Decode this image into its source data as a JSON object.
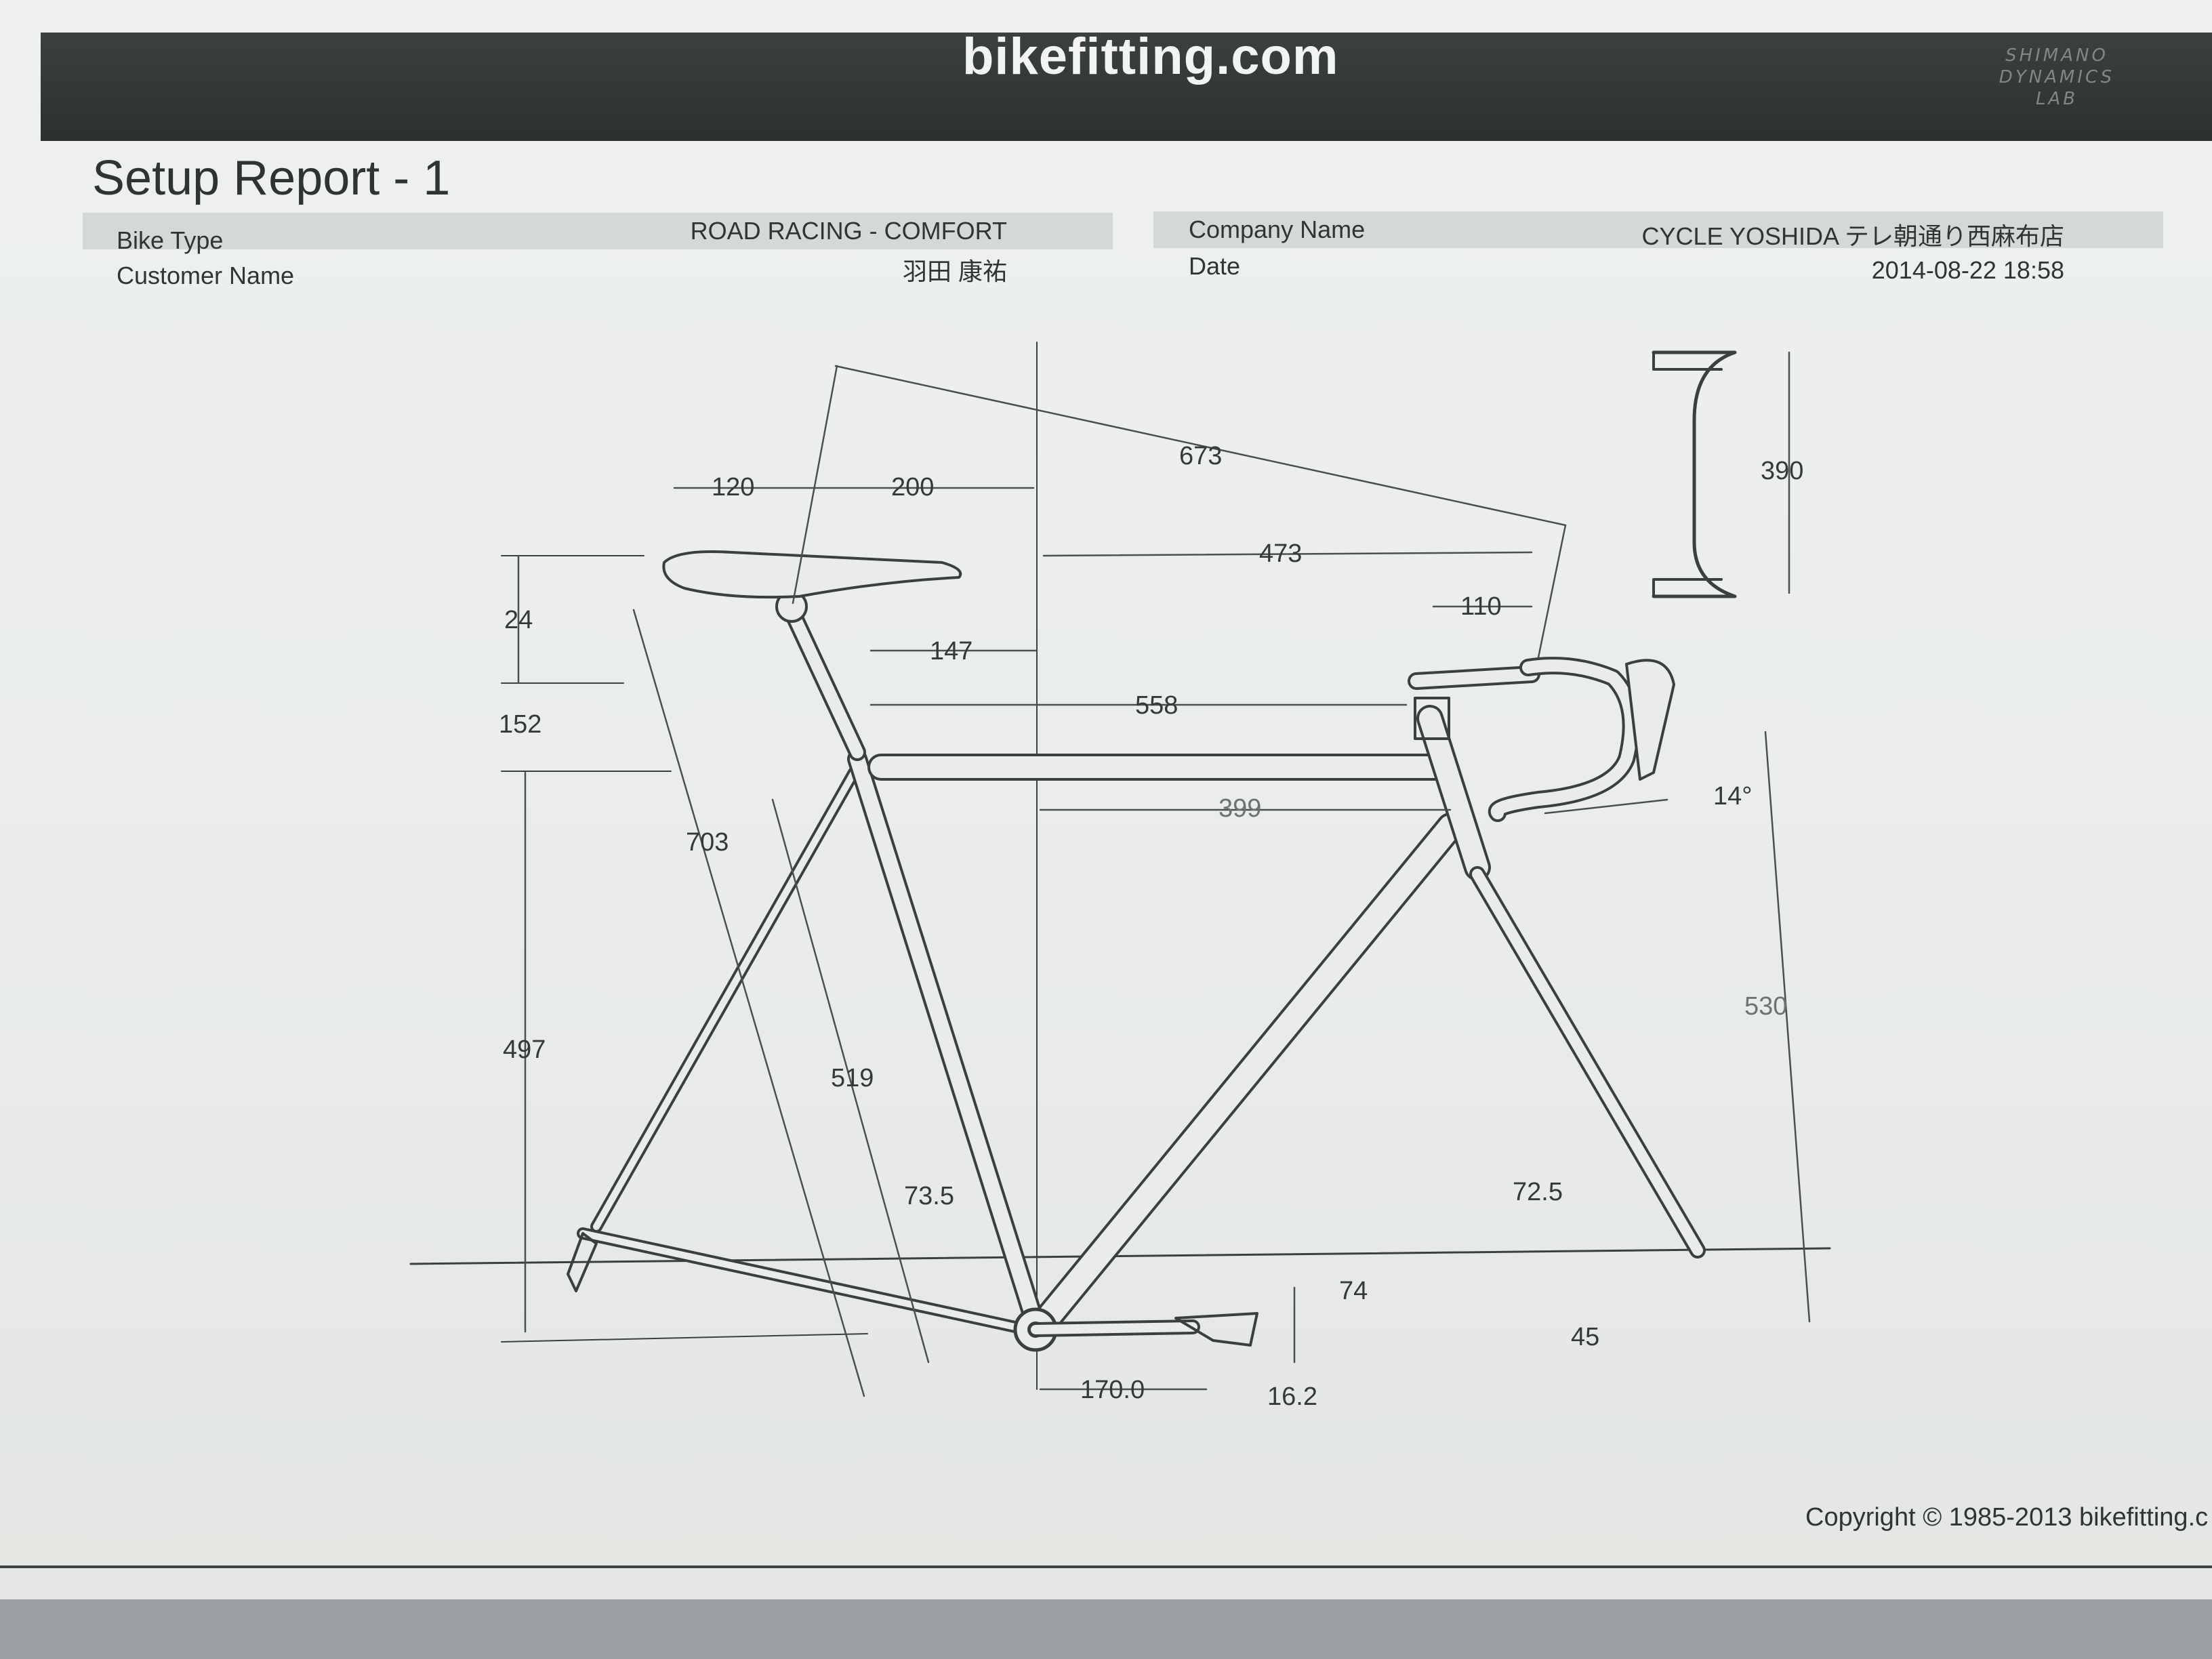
{
  "header": {
    "site": "bikefitting.com",
    "brand_lines": [
      "SHIMANO",
      "DYNAMICS",
      "LAB"
    ]
  },
  "report": {
    "title": "Setup Report - 1"
  },
  "info": {
    "bike_type_label": "Bike Type",
    "bike_type_value": "ROAD RACING - COMFORT",
    "customer_name_label": "Customer Name",
    "customer_name_value": "羽田 康祐",
    "company_name_label": "Company Name",
    "company_name_value": "CYCLE YOSHIDA テレ朝通り西麻布店",
    "date_label": "Date",
    "date_value": "2014-08-22 18:58"
  },
  "dimensions": {
    "saddle_setback": "120",
    "saddle_to_bb_horizontal": "200",
    "saddle_to_bar_reach": "673",
    "bb_to_bar_horizontal": "473",
    "handlebar_drop_height": "390",
    "saddle_height_offset": "24",
    "seatpost_offset": "152",
    "seat_to_top_tube": "147",
    "top_tube_effective": "558",
    "stem_length": "110",
    "saddle_height": "703",
    "top_tube_length": "399",
    "bar_angle": "14°",
    "bb_height": "497",
    "seat_tube_length": "519",
    "stack": "530",
    "seat_angle": "73.5",
    "head_angle": "72.5",
    "crank_length": "170.0",
    "pedal_offset_74": "74",
    "fork_offset": "45",
    "cleat_offset": "16.2"
  },
  "footer": {
    "copyright": "Copyright © 1985-2013 bikefitting.c"
  }
}
